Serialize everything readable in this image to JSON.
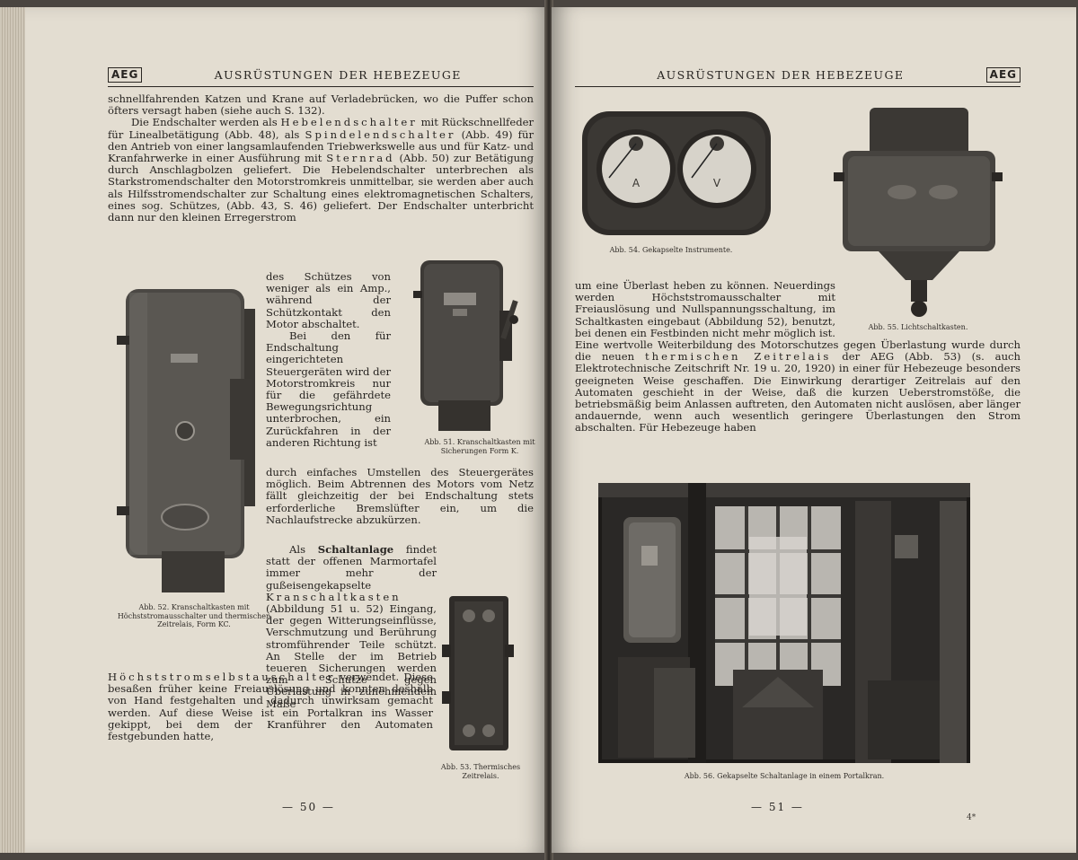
{
  "left_page": {
    "logo": "AEG",
    "running_title": "AUSRÜSTUNGEN DER HEBEZEUGE",
    "paragraph_1": "schnellfahrenden Katzen und Krane auf Verladebrücken, wo die Puffer schon öfters versagt haben (siehe auch S. 132).",
    "paragraph_2a": "Die Endschalter werden als",
    "term_hebel": "Hebelendschalter",
    "paragraph_2b": "mit Rückschnellfeder für Linealbetätigung (Abb. 48), als",
    "term_spindel": "Spindelendschalter",
    "paragraph_2c": "(Abb. 49) für den Antrieb von einer langsamlaufenden Triebwerkswelle aus und für Katz- und Kranfahrwerke in einer Ausführung mit",
    "term_sternrad": "Sternrad",
    "paragraph_2d": "(Abb. 50) zur Betätigung durch Anschlagbolzen geliefert. Die Hebelendschalter unterbrechen als Starkstromendschalter den Motorstromkreis unmittelbar, sie werden aber auch als Hilfsstromendschalter zur Schaltung eines elektromagnetischen Schalters, eines sog. Schützes, (Abb. 43, S. 46) geliefert. Der Endschalter unterbricht dann nur den kleinen Erregerstrom",
    "paragraph_2e": "des Schützes von weniger als ein Amp., während der Schützkontakt den Motor abschaltet.",
    "paragraph_3": "Bei den für Endschaltung eingerichteten Steuergeräten wird der Motorstromkreis nur für die gefährdete Bewegungsrichtung unterbrochen, ein Zurückfahren in der anderen Richtung ist",
    "paragraph_3b": "durch einfaches Umstellen des Steuergerätes möglich. Beim Abtrennen des Motors vom Netz fällt gleichzeitig der bei Endschaltung stets erforderliche Bremslüfter ein, um die Nachlaufstrecke abzukürzen.",
    "paragraph_4a": "Als",
    "term_schaltanlage": "Schaltanlage",
    "paragraph_4b": "findet statt der offenen Marmortafel immer mehr der gußeisengekapselte",
    "term_kranschaltkasten": "Kranschaltkasten",
    "paragraph_4c": "(Abbildung 51 u. 52) Eingang, der gegen Witterungseinflüsse, Verschmutzung und Berührung stromführender Teile schützt. An Stelle der im Betrieb teueren Sicherungen werden zum Schutze gegen Überlastung in zunehmendem Maße",
    "term_hoechst": "Höchststromselbstauschalter",
    "paragraph_4d": "verwendet. Diese besaßen früher keine Freiauslösung und konnten deshalb von Hand festgehalten und dadurch unwirksam gemacht werden. Auf diese Weise ist ein Portalkran ins Wasser gekippt, bei dem der Kranführer den Automaten festgebunden hatte,",
    "caption_52": "Abb. 52. Kranschaltkasten mit Höchststromausschalter und thermischen Zeitrelais, Form KC.",
    "caption_51": "Abb. 51. Kranschaltkasten mit Sicherungen Form K.",
    "caption_53": "Abb. 53. Thermisches Zeitrelais.",
    "folio": "— 50 —"
  },
  "right_page": {
    "logo": "AEG",
    "running_title": "AUSRÜSTUNGEN DER HEBEZEUGE",
    "caption_54": "Abb. 54. Gekapselte Instrumente.",
    "caption_55": "Abb. 55. Lichtschaltkasten.",
    "meter_a": "A",
    "meter_v": "V",
    "paragraph_1a": "um eine Überlast heben zu können. Neuerdings werden Höchststromausschalter mit Freiauslösung und Nullspannungsschaltung, im Schaltkasten eingebaut (Abbildung 52), benutzt, bei denen ein Festbinden nicht mehr möglich ist. Eine wertvolle Weiterbildung des Motorschutzes gegen Überlastung wurde durch die neuen",
    "term_thermisch": "thermischen Zeitrelais",
    "paragraph_1b": "der AEG (Abb. 53) (s. auch Elektrotechnische Zeitschrift Nr. 19 u. 20, 1920) in einer für Hebezeuge besonders geeigneten Weise geschaffen. Die Einwirkung derartiger Zeitrelais auf den Automaten geschieht in der Weise, daß die kurzen Ueberstromstöße, die betriebsmäßig beim Anlassen auftreten, den Automaten nicht auslösen, aber länger andauernde, wenn auch wesentlich geringere Überlastungen den Strom abschalten. Für Hebezeuge haben",
    "caption_56": "Abb. 56. Gekapselte Schaltanlage in einem Portalkran.",
    "folio": "— 51 —",
    "signature_mark": "4*"
  }
}
